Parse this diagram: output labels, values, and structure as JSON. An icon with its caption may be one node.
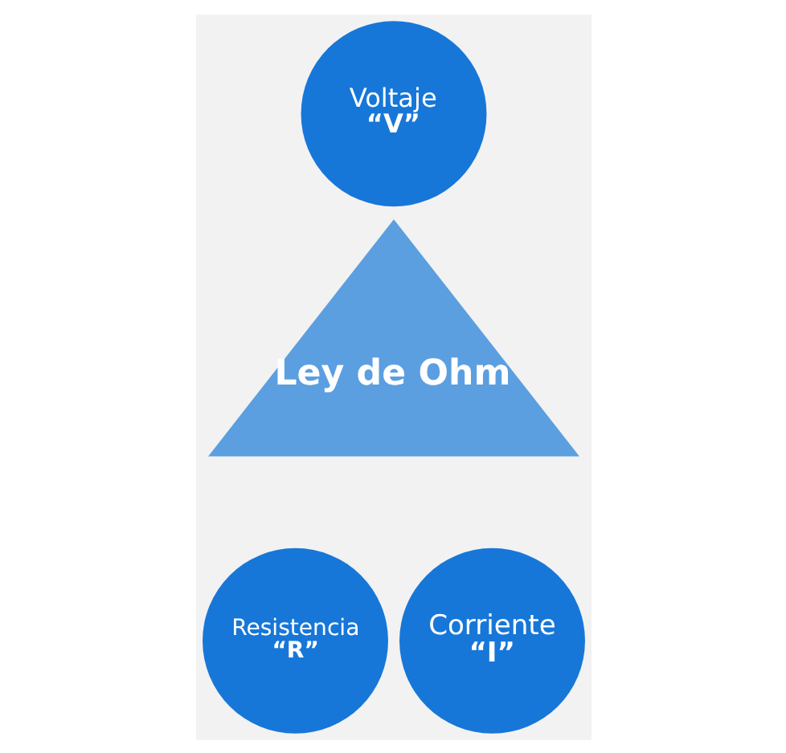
{
  "diagram": {
    "nodes": [
      {
        "text": [
          "Ley de Ohm"
        ]
      },
      {
        "text": [
          "Voltaje",
          "“V”"
        ]
      },
      {
        "text": [
          "Resistencia",
          "“R”"
        ]
      },
      {
        "text": [
          "Corriente",
          "“I”"
        ]
      }
    ]
  }
}
